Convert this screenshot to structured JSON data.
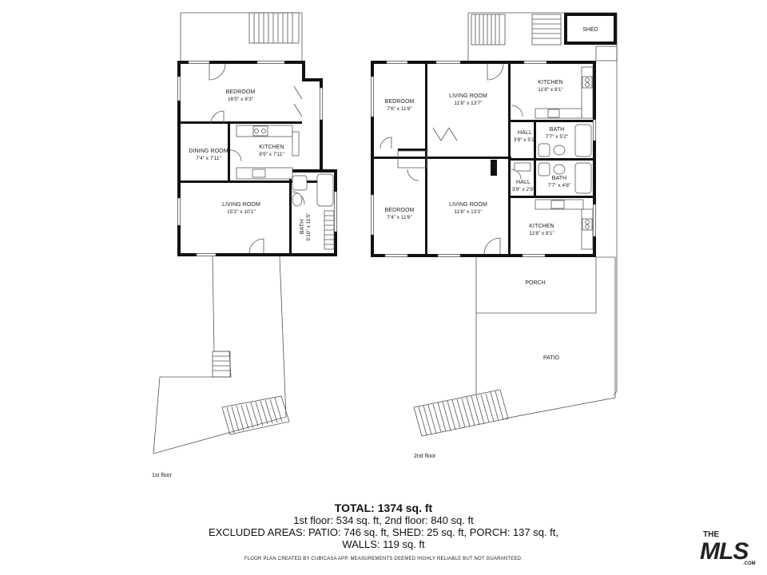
{
  "floors": {
    "first": {
      "label": "1st floor",
      "rooms": [
        {
          "name": "BEDROOM",
          "dim": "16'5\" x 8'3\""
        },
        {
          "name": "DINING ROOM",
          "dim": "7'4\" x 7'11\""
        },
        {
          "name": "KITCHEN",
          "dim": "8'9\" x 7'11\""
        },
        {
          "name": "LIVING ROOM",
          "dim": "15'2\" x 10'1\""
        },
        {
          "name": "BATH",
          "dim": "5'10\" x 11'5\""
        }
      ]
    },
    "second": {
      "label": "2nd floor",
      "rooms": [
        {
          "name": "BEDROOM",
          "dim": "7'6\" x 11'6\""
        },
        {
          "name": "LIVING ROOM",
          "dim": "11'8\" x 13'7\""
        },
        {
          "name": "KITCHEN",
          "dim": "11'8\" x 8'1\""
        },
        {
          "name": "HALL",
          "dim": "3'9\" x 5'2\""
        },
        {
          "name": "BATH",
          "dim": "7'7\" x 5'2\""
        },
        {
          "name": "HALL",
          "dim": "3'9\" x 2'9\""
        },
        {
          "name": "BATH",
          "dim": "7'7\" x 4'8\""
        },
        {
          "name": "BEDROOM",
          "dim": "7'4\" x 11'6\""
        },
        {
          "name": "LIVING ROOM",
          "dim": "11'6\" x 13'1\""
        },
        {
          "name": "KITCHEN",
          "dim": "11'8\" x 8'1\""
        }
      ],
      "areas": [
        "SHED",
        "PORCH",
        "PATIO"
      ]
    }
  },
  "summary": {
    "total": "TOTAL: 1374 sq. ft",
    "floors": "1st floor: 534 sq. ft, 2nd floor: 840 sq. ft",
    "excluded": "EXCLUDED AREAS: PATIO: 746 sq. ft, SHED: 25 sq. ft, PORCH: 137 sq. ft,",
    "walls": "WALLS: 119 sq. ft"
  },
  "disclaimer": "FLOOR PLAN CREATED BY CUBICASA APP. MEASUREMENTS DEEMED HIGHLY RELIABLE BUT NOT GUARANTEED.",
  "logo": {
    "the": "THE",
    "main": "MLS",
    "domain": ".COM",
    "color": "#e8202a"
  }
}
